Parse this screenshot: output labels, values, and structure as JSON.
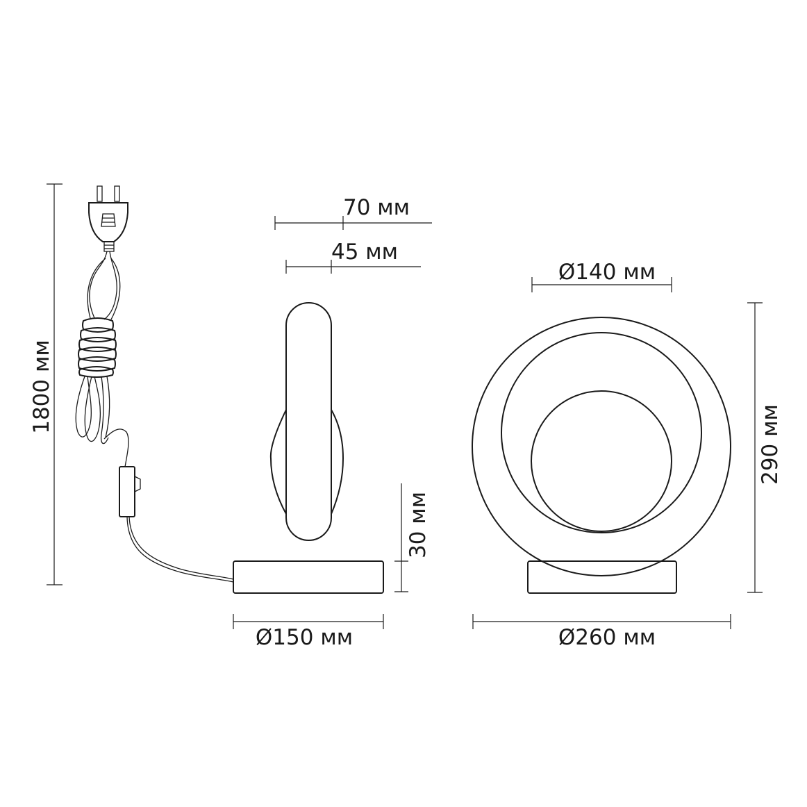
{
  "dimensions": {
    "cord_length": "1800 мм",
    "depth_total": "70 мм",
    "ring_thickness": "45 мм",
    "base_height": "30 мм",
    "base_diameter": "Ø150 мм",
    "shade_diameter": "Ø140 мм",
    "height_total": "290 мм",
    "ring_diameter": "Ø260 мм"
  },
  "colors": {
    "line": "#1a1a1a",
    "background": "#ffffff"
  }
}
